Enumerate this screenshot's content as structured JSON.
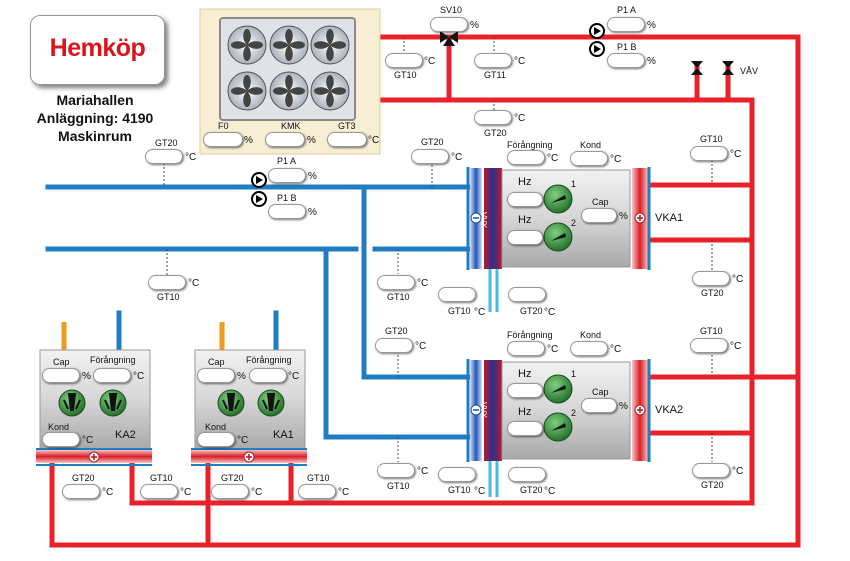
{
  "brand": {
    "logo_text": "Hemköp"
  },
  "site": {
    "name": "Mariahallen",
    "facility": "Anläggning: 4190",
    "room": "Maskinrum"
  },
  "units": {
    "percent": "%",
    "celsius": "°C"
  },
  "colors": {
    "supply": "#e8212b",
    "return": "#1f7ec2",
    "fan": "#2e7d32",
    "vka_body": "#c8c8c8"
  },
  "cooler": {
    "labels": {
      "f0": "F0",
      "kmk": "KMK",
      "gt3": "GT3"
    },
    "fan_count": 6
  },
  "valves": {
    "sv10": "SV10",
    "vav": "VÅV"
  },
  "pumps": {
    "top_a": "P1 A",
    "top_b": "P1 B",
    "mid_a": "P1 A",
    "mid_b": "P1 B"
  },
  "sensors": {
    "gt10_top": "GT10",
    "gt11": "GT11",
    "gt20_top": "GT20",
    "gt20_left": "GT20",
    "gt10_left": "GT10",
    "gt10_r1": "GT10",
    "gt20_r1": "GT20",
    "gt10_r2": "GT10",
    "gt20_r2": "GT20",
    "gt20_mid1": "GT20",
    "gt10_mid1": "GT10",
    "gt20_mid2": "GT20",
    "gt10_mid2": "GT10",
    "gt10_u1": "GT10",
    "gt20_u1": "GT20",
    "gt10_u2": "GT10",
    "gt20_u2": "GT20",
    "ka2_gt20": "GT20",
    "ka2_gt10": "GT10",
    "ka1_gt20": "GT20",
    "ka1_gt10": "GT10"
  },
  "vka1": {
    "name": "VKA1",
    "evap": "Förångning",
    "cond": "Kond",
    "hz": "Hz",
    "cap": "Cap",
    "fan1": "1",
    "fan2": "2",
    "vvx": "VVX"
  },
  "vka2": {
    "name": "VKA2",
    "evap": "Förångning",
    "cond": "Kond",
    "hz": "Hz",
    "cap": "Cap",
    "fan1": "1",
    "fan2": "2",
    "vvx": "VVX"
  },
  "ka2": {
    "name": "KA2",
    "cap": "Cap",
    "evap": "Förångning",
    "cond": "Kond"
  },
  "ka1": {
    "name": "KA1",
    "cap": "Cap",
    "evap": "Förångning",
    "cond": "Kond"
  }
}
